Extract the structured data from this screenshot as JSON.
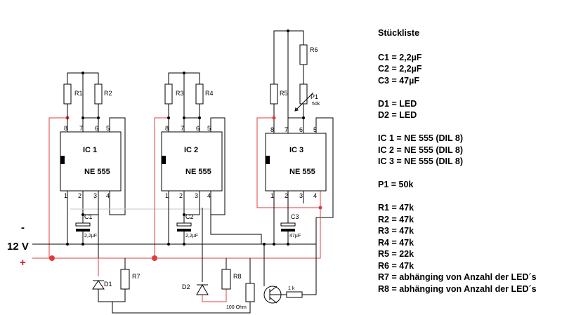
{
  "parts_list": {
    "title": "Stückliste",
    "items": [
      "",
      "C1 = 2,2µF",
      "C2 = 2,2µF",
      "C3 = 47µF",
      "",
      "D1 = LED",
      "D2 = LED",
      "",
      "IC 1 = NE 555 (DIL 8)",
      "IC 2 = NE 555 (DIL 8)",
      "IC 3 = NE 555 (DIL 8)",
      "",
      "P1 = 50k",
      "",
      "R1 = 47k",
      "R2 = 47k",
      "R3 = 47k",
      "R4 = 47k",
      "R5 = 22k",
      "R6 = 47k",
      "R7 = abhänging von Anzahl der LED´s",
      "R8 = abhänging von Anzahl der LED´s"
    ]
  },
  "schematic": {
    "ics": [
      {
        "name": "IC 1",
        "type": "NE 555"
      },
      {
        "name": "IC 2",
        "type": "NE 555"
      },
      {
        "name": "IC 3",
        "type": "NE 555"
      }
    ],
    "pins_top": [
      "8",
      "7",
      "6",
      "5"
    ],
    "pins_bottom": [
      "1",
      "2",
      "3",
      "4"
    ],
    "resistors": {
      "r1": "R1",
      "r2": "R2",
      "r3": "R3",
      "r4": "R4",
      "r5": "R5",
      "r6": "R6",
      "r7": "R7",
      "r8": "R8"
    },
    "pot": {
      "name": "P1",
      "value": "50k"
    },
    "capacitors": {
      "c1": "C1",
      "c1_value": "2,2µF",
      "c2": "C2",
      "c2_value": "2,2µF",
      "c3": "C3",
      "c3_value": "47µF"
    },
    "diodes": {
      "d1": "D1",
      "d2": "D2"
    },
    "transistor_base_resistor": "1 k",
    "emitter_resistor": "100 Ohm",
    "supply": {
      "minus": "-",
      "voltage": "12 V",
      "plus": "+"
    }
  }
}
